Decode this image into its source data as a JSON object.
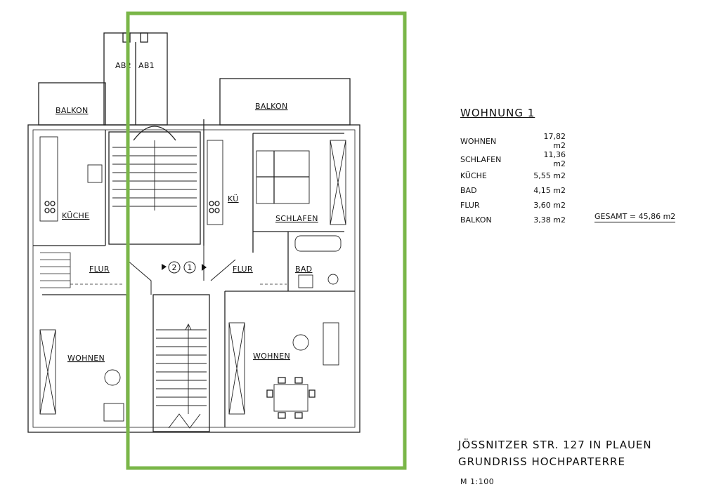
{
  "plan": {
    "rooms": {
      "balkon_left": "BALKON",
      "balkon_right": "BALKON",
      "kueche": "KÜCHE",
      "kue": "KÜ",
      "schlafen": "SCHLAFEN",
      "flur_left": "FLUR",
      "flur_right": "FLUR",
      "bad": "BAD",
      "wohnen_left": "WOHNEN",
      "wohnen_right": "WOHNEN"
    },
    "shafts": {
      "ab2": "AB2",
      "ab1": "AB1"
    },
    "unit_markers": [
      "2",
      "1"
    ],
    "highlight_color": "#7ab648"
  },
  "info": {
    "title": "WOHNUNG 1",
    "rows": [
      {
        "name": "WOHNEN",
        "value": "17,82 m2"
      },
      {
        "name": "SCHLAFEN",
        "value": "11,36 m2"
      },
      {
        "name": "KÜCHE",
        "value": "5,55 m2"
      },
      {
        "name": "BAD",
        "value": "4,15 m2"
      },
      {
        "name": "FLUR",
        "value": "3,60 m2"
      },
      {
        "name": "BALKON",
        "value": "3,38 m2"
      }
    ],
    "total": "GESAMT = 45,86 m2"
  },
  "address": {
    "line1": "JÖSSNITZER STR. 127  IN PLAUEN",
    "line2": "GRUNDRISS HOCHPARTERRE",
    "scale": "M 1:100"
  }
}
